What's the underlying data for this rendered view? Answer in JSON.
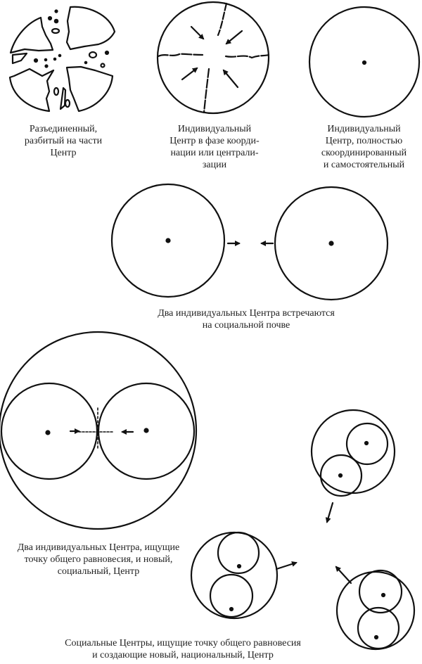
{
  "figures": [
    {
      "id": "fragmented",
      "caption_lines": [
        "Разъединенный,",
        "разбитый на части",
        "Центр"
      ]
    },
    {
      "id": "coordinating",
      "caption_lines": [
        "Индивидуальный",
        "Центр в фазе коорди-",
        "нации или централи-",
        "зации"
      ]
    },
    {
      "id": "coordinated",
      "caption_lines": [
        "Индивидуальный",
        "Центр, полностью",
        "скоординированный",
        "и самостоятельный"
      ]
    },
    {
      "id": "two-centers-meet",
      "caption_lines": [
        "Два индивидуальных Центра встречаются",
        "на социальной почве"
      ]
    },
    {
      "id": "two-centers-equilibrium",
      "caption_lines": [
        "Два индивидуальных Центра, ищущие",
        "точку общего равновесия, и новый,",
        "социальный, Центр"
      ]
    },
    {
      "id": "social-centers-national",
      "caption_lines": [
        "Социальные Центры, ищущие точку общего равновесия",
        "и создающие новый, национальный, Центр"
      ]
    }
  ],
  "colors": {
    "ink": "#111111",
    "background": "#ffffff"
  }
}
